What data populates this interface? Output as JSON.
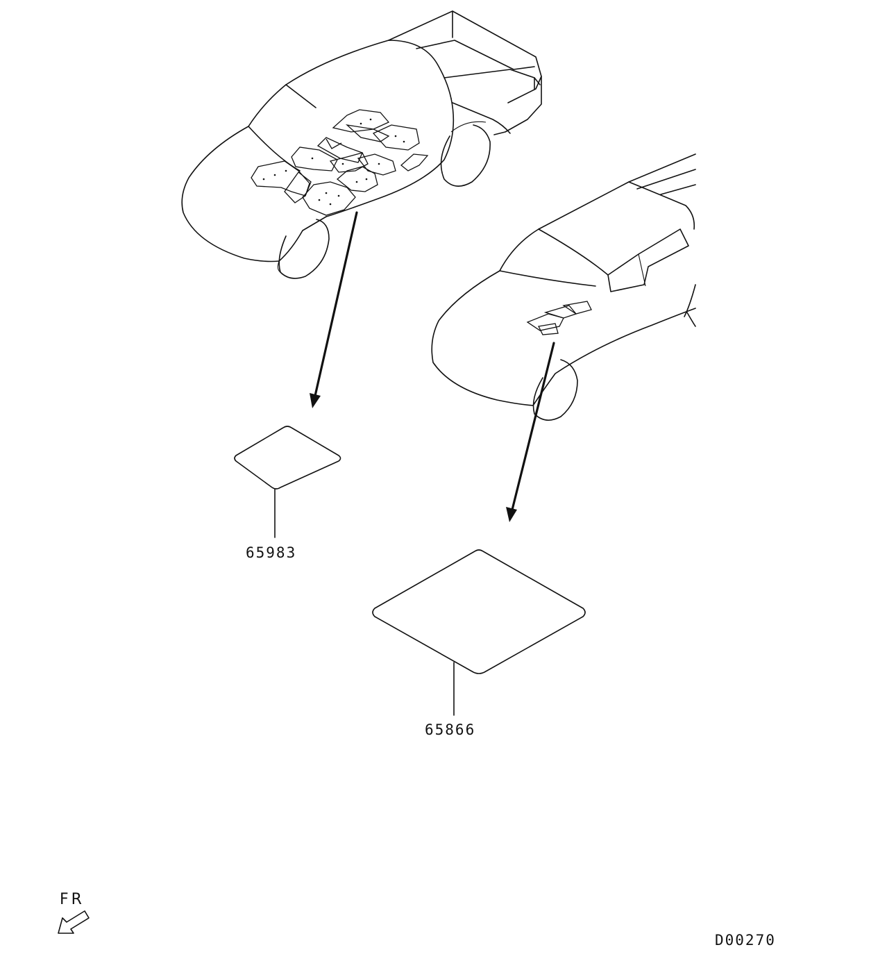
{
  "labels": {
    "part_1": "65983",
    "part_2": "65866",
    "direction": "FR",
    "diagram_code": "D00270"
  },
  "icons": {
    "front_arrow": "front-direction-arrow-icon",
    "pickup_cab": "pickup-truck-cab-illustration",
    "suv": "suv-illustration"
  },
  "colors": {
    "line": "#111111",
    "background": "#ffffff"
  }
}
